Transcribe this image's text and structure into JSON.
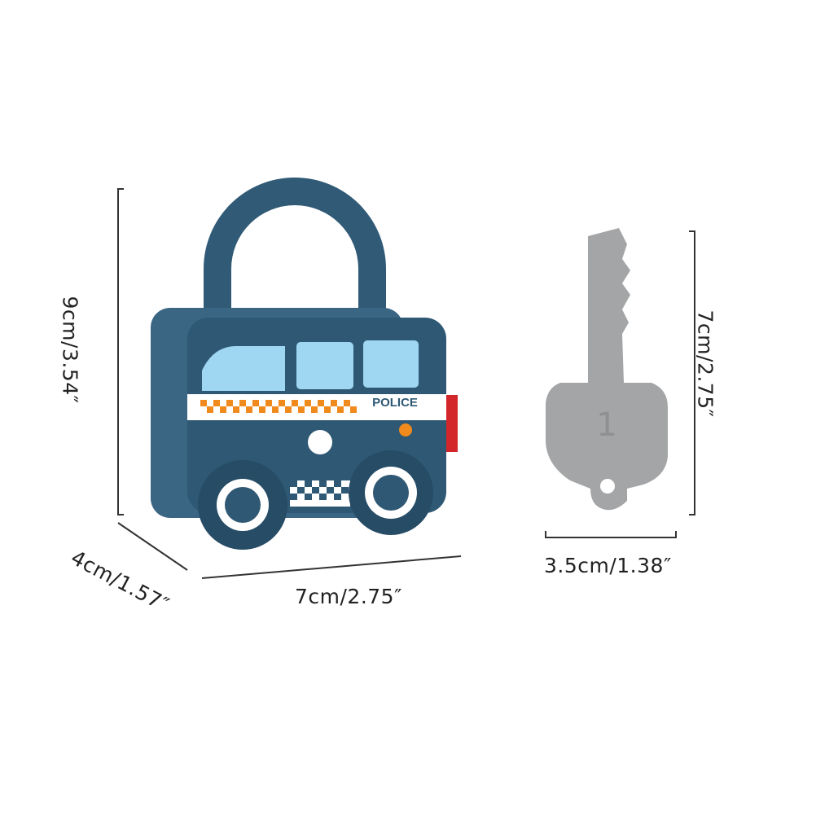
{
  "product": {
    "body_label": "POLICE",
    "key_number": "1"
  },
  "dimensions": {
    "lock_height": "9cm/3.54″",
    "lock_depth": "4cm/1.57″",
    "lock_width": "7cm/2.75″",
    "key_height": "7cm/2.75″",
    "key_width": "3.5cm/1.38″"
  },
  "colors": {
    "lock_body": "#2e5873",
    "window": "#9fd6f2",
    "stripe_orange": "#f08a1c",
    "key": "#a3a5a6",
    "tag": "#d2262a"
  }
}
